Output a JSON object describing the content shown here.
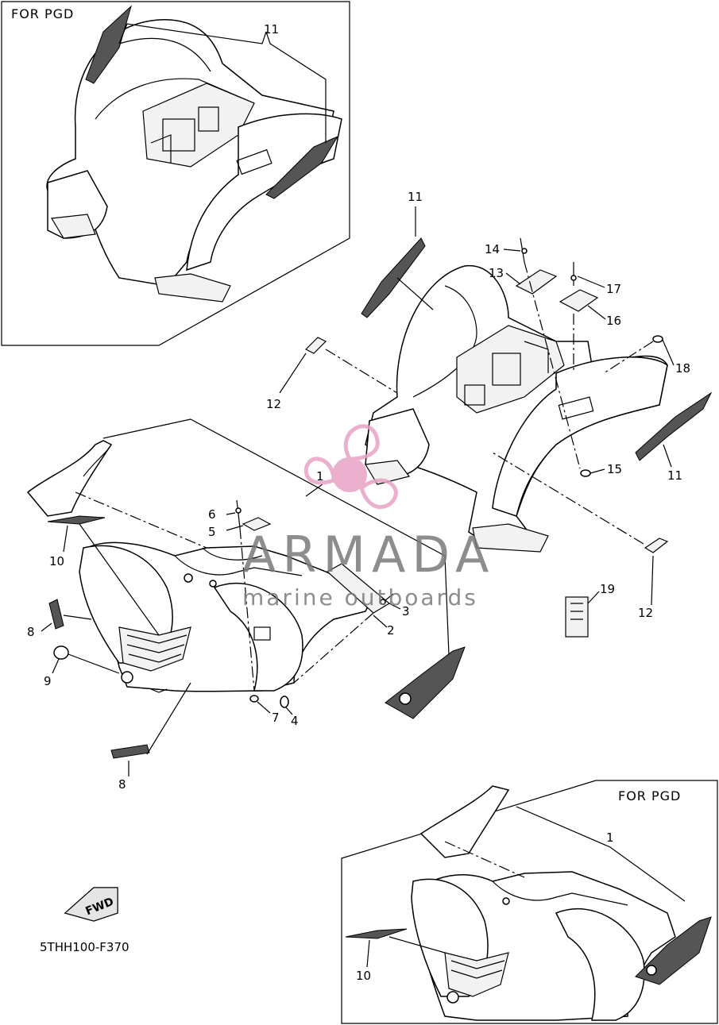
{
  "insets": {
    "top_left_header": "FOR PGD",
    "bottom_right_header": "FOR PGD"
  },
  "watermark": {
    "brand": "ARMADA",
    "tagline": "marine outboards",
    "logo_color": "#e8a3c6",
    "text_color": "#7a7a7a"
  },
  "fwd_badge": "FWD",
  "part_code": "5THH100-F370",
  "callouts": {
    "tl_11": "11",
    "rear_11a": "11",
    "rear_11b": "11",
    "rear_12a": "12",
    "rear_12b": "12",
    "rear_13": "13",
    "rear_14": "14",
    "rear_15": "15",
    "rear_16": "16",
    "rear_17": "17",
    "rear_18": "18",
    "rear_19": "19",
    "front_1": "1",
    "front_2": "2",
    "front_3": "3",
    "front_4": "4",
    "front_5": "5",
    "front_6": "6",
    "front_7": "7",
    "front_8a": "8",
    "front_8b": "8",
    "front_9": "9",
    "front_10": "10",
    "br_1": "1",
    "br_10": "10"
  }
}
